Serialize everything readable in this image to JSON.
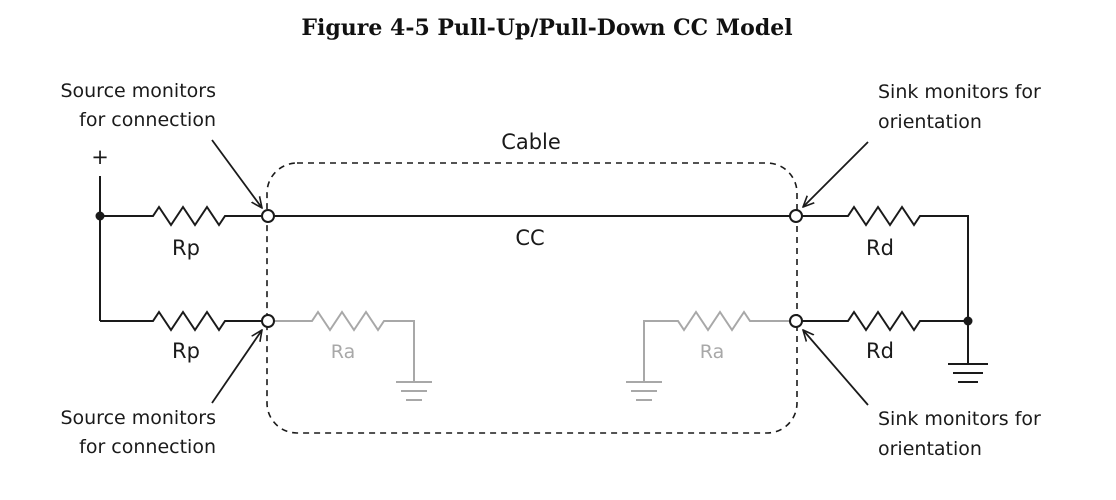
{
  "figure": {
    "title": "Figure 4-5  Pull-Up/Pull-Down CC Model"
  },
  "labels": {
    "plus": "+",
    "cable": "Cable",
    "cc": "CC",
    "rp_top": "Rp",
    "rp_bottom": "Rp",
    "rd_top": "Rd",
    "rd_bottom": "Rd",
    "ra_left": "Ra",
    "ra_right": "Ra"
  },
  "annotations": {
    "source_top": {
      "line1": "Source monitors",
      "line2": "for connection"
    },
    "source_bottom": {
      "line1": "Source monitors",
      "line2": "for connection"
    },
    "sink_top": {
      "line1": "Sink monitors for",
      "line2": "orientation"
    },
    "sink_bottom": {
      "line1": "Sink monitors for",
      "line2": "orientation"
    }
  },
  "colors": {
    "wire": "#1a1a1a",
    "inactive_wire": "#a8a8a8",
    "background": "#ffffff"
  }
}
